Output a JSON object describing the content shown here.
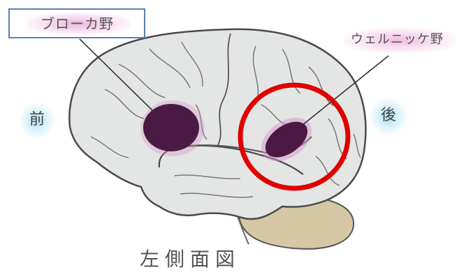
{
  "labels": {
    "broca": "ブローカ野",
    "wernicke": "ウェルニッケ野",
    "front": "前",
    "back": "後",
    "caption": "左側面図"
  },
  "colors": {
    "brain_fill": "#e4e6e5",
    "brain_outline": "#4a4a4a",
    "cerebellum_fill": "#d6c8a4",
    "area_fill": "#4a1a44",
    "area_glow": "#d58bc8",
    "highlight_circle": "#e00000",
    "label_box_border": "#5b7fb8",
    "direction_glow": "#9fd6ee"
  },
  "icons": {
    "brain": "brain-lateral-view-icon",
    "highlight": "red-circle-annotation-icon"
  }
}
